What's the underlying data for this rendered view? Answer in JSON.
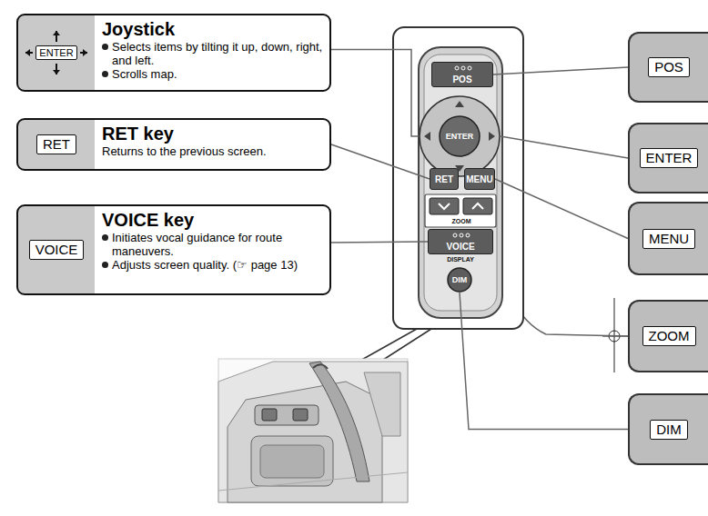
{
  "diagram": {
    "nodes": [
      {
        "text": [
          "Joystick",
          "Selects items by tilting it up, down, right, and left.",
          "Scrolls map."
        ]
      },
      {
        "text": [
          "ENTER"
        ],
        "in": 0
      },
      {
        "text": [
          "RET key",
          "Returns to the previous screen."
        ]
      },
      {
        "text": [
          "RET"
        ],
        "in": 2
      },
      {
        "text": [
          "VOICE key",
          "Initiates vocal guidance for route maneuvers.",
          "Adjusts screen quality. (☞ page 13)"
        ]
      },
      {
        "text": [
          "VOICE"
        ],
        "in": 4
      },
      {
        "text": [
          "POS"
        ]
      },
      {
        "text": [
          "ENTER"
        ]
      },
      {
        "text": [
          "MENU"
        ]
      },
      {
        "text": [
          "ZOOM"
        ]
      },
      {
        "text": [
          "DIM"
        ]
      },
      {
        "text": [
          "POS"
        ]
      },
      {
        "text": [
          "ENTER"
        ]
      },
      {
        "text": [
          "RET"
        ]
      },
      {
        "text": [
          "MENU"
        ]
      },
      {
        "text": [
          "VOICE"
        ]
      },
      {
        "text": [
          "DIM"
        ]
      }
    ],
    "edges": [
      {
        "from": 0,
        "to": 12,
        "arrow": "none"
      },
      {
        "from": 2,
        "to": 13,
        "arrow": "none"
      },
      {
        "from": 4,
        "to": 15,
        "arrow": "none"
      },
      {
        "from": 11,
        "to": 6,
        "arrow": "none"
      },
      {
        "from": 12,
        "to": 7,
        "arrow": "none"
      },
      {
        "from": 14,
        "to": 8,
        "arrow": "none"
      },
      {
        "from": 16,
        "to": 10,
        "arrow": "none"
      }
    ],
    "labels": [
      "ZOOM",
      "DISPLAY"
    ]
  }
}
